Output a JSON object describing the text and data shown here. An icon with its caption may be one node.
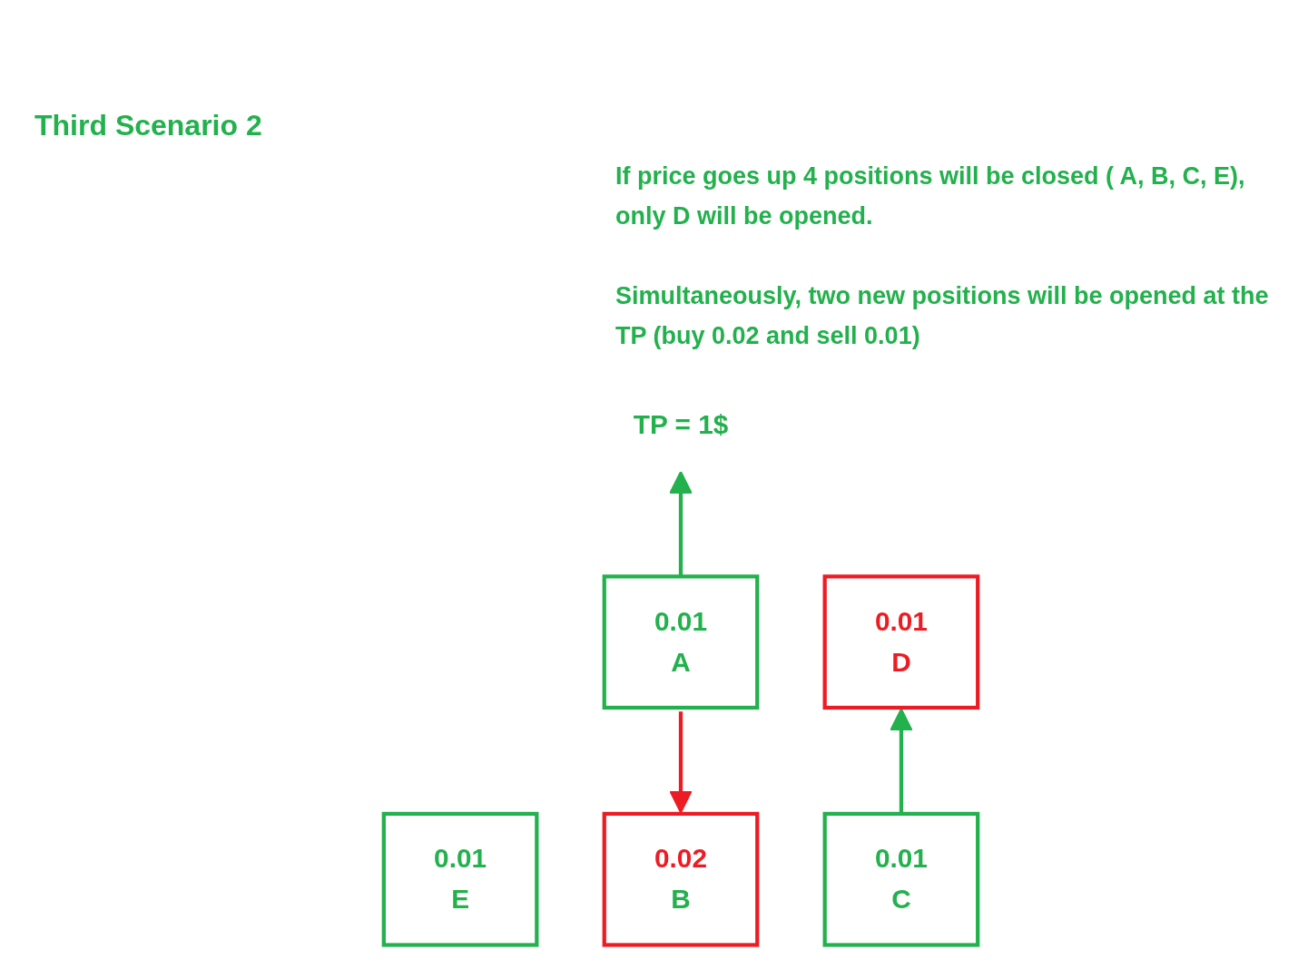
{
  "diagram": {
    "title": "Third Scenario 2",
    "nodes": [
      {
        "text": [
          "TP = 1$"
        ]
      },
      {
        "text": [
          "0.01",
          "A"
        ]
      },
      {
        "text": [
          "0.01",
          "D"
        ]
      },
      {
        "text": [
          "0.01",
          "E"
        ]
      },
      {
        "text": [
          "0.02",
          "B"
        ]
      },
      {
        "text": [
          "0.01",
          "C"
        ]
      }
    ],
    "edges": [
      {
        "from": 1,
        "to": 0,
        "arrow": "to"
      },
      {
        "from": 1,
        "to": 4,
        "arrow": "to",
        "color": "#ed1c24"
      },
      {
        "from": 5,
        "to": 2,
        "arrow": "to"
      }
    ],
    "labels": [
      "If price goes up 4 positions will be closed ( A, B, C, E), only D will be opened.",
      "Simultaneously, two new positions will be opened at the TP (buy 0.02 and sell 0.01)"
    ]
  }
}
